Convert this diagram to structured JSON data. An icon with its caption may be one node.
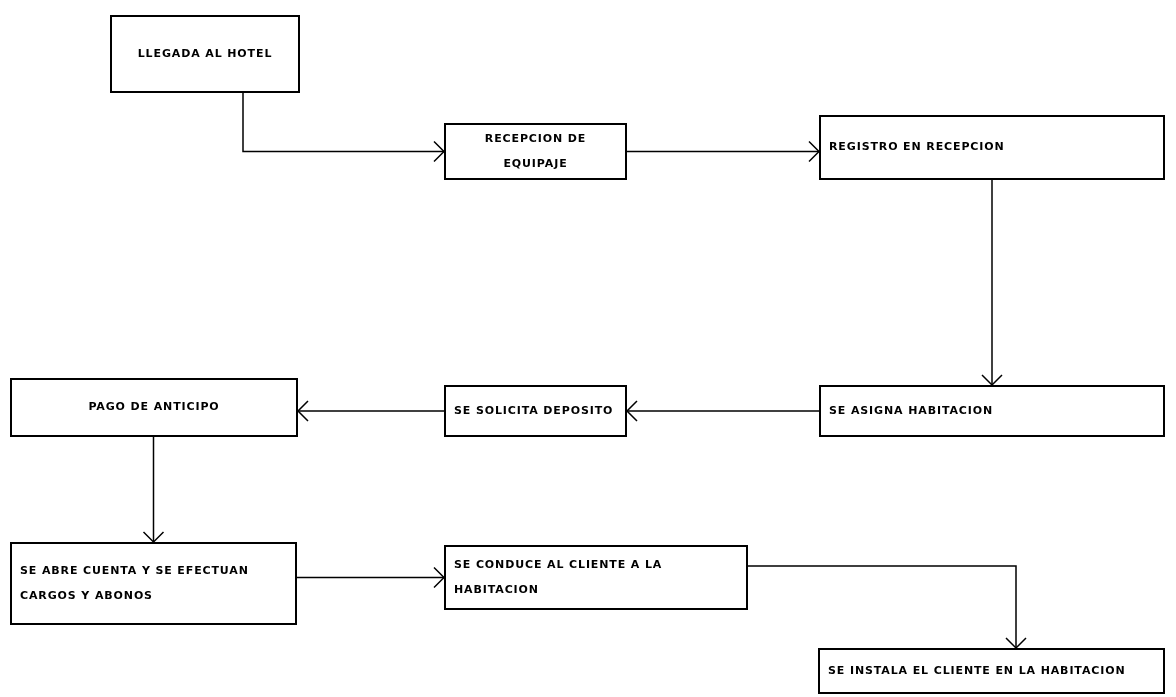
{
  "diagram": {
    "nodes": [
      {
        "text": [
          "LLEGADA AL HOTEL"
        ]
      },
      {
        "text": [
          "RECEPCION DE EQUIPAJE"
        ]
      },
      {
        "text": [
          "REGISTRO EN RECEPCION"
        ]
      },
      {
        "text": [
          "SE ASIGNA HABITACION"
        ]
      },
      {
        "text": [
          "SE SOLICITA DEPOSITO"
        ]
      },
      {
        "text": [
          "PAGO DE ANTICIPO"
        ]
      },
      {
        "text": [
          "SE ABRE CUENTA Y SE EFECTUAN CARGOS Y ABONOS"
        ]
      },
      {
        "text": [
          "SE CONDUCE AL CLIENTE A LA HABITACION"
        ]
      },
      {
        "text": [
          "SE INSTALA EL CLIENTE EN LA HABITACION"
        ]
      }
    ],
    "edges": [
      {
        "from": 0,
        "to": 1,
        "arrow": "to"
      },
      {
        "from": 1,
        "to": 2,
        "arrow": "to"
      },
      {
        "from": 2,
        "to": 3,
        "arrow": "to"
      },
      {
        "from": 3,
        "to": 4,
        "arrow": "to"
      },
      {
        "from": 4,
        "to": 5,
        "arrow": "to"
      },
      {
        "from": 5,
        "to": 6,
        "arrow": "to"
      },
      {
        "from": 6,
        "to": 7,
        "arrow": "to"
      },
      {
        "from": 7,
        "to": 8,
        "arrow": "to"
      }
    ]
  }
}
